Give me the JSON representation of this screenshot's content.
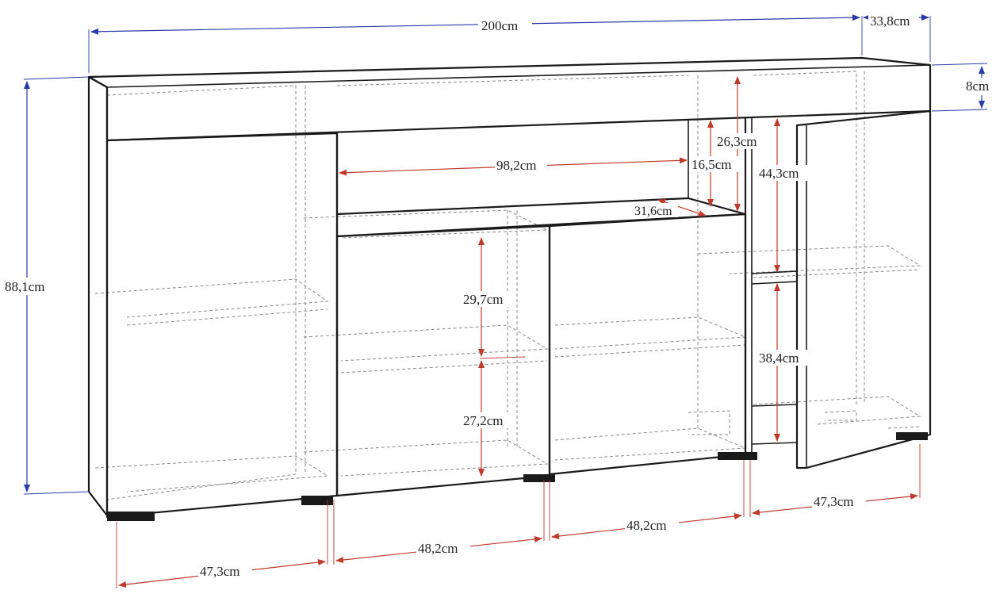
{
  "colors": {
    "outline": "#1a1a1a",
    "hidden_lines": "#8a8a8a",
    "overall_dimensions": "#2b3aa8",
    "component_dimensions": "#c0392b",
    "background": "#ffffff"
  },
  "dimensions": {
    "total_width": "200cm",
    "depth": "33,8cm",
    "top_height": "8cm",
    "total_height": "88,1cm",
    "open_compartment_width": "98,2cm",
    "top_gap_height": "26,3cm",
    "open_compartment_height": "16,5cm",
    "open_compartment_depth": "31,6cm",
    "right_upper_shelf_height": "44,3cm",
    "center_upper_shelf_height": "29,7cm",
    "right_lower_shelf_height": "38,4cm",
    "center_lower_shelf_height": "27,2cm",
    "left_door_width": "47,3cm",
    "center_left_door_width": "48,2cm",
    "center_right_door_width": "48,2cm",
    "right_door_width": "47,3cm"
  }
}
